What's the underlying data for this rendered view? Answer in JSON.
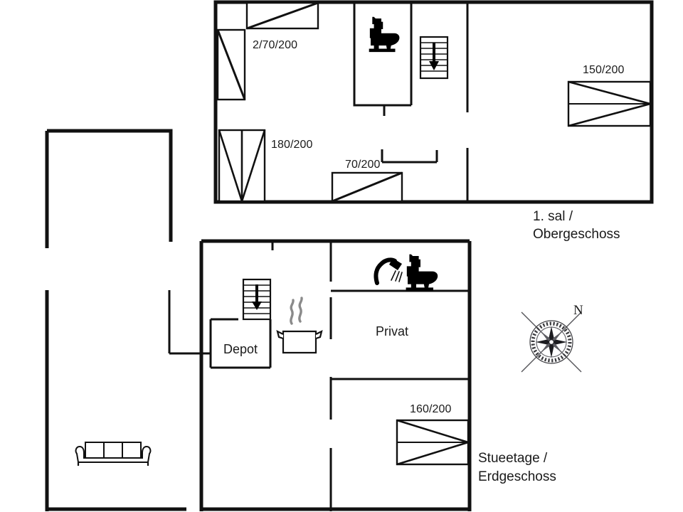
{
  "document": {
    "type": "floor-plan",
    "title": "Holiday house floor plan",
    "line_color": "#111111",
    "text_color": "#1a1a1a",
    "background": "#ffffff"
  },
  "floors": [
    {
      "id": "upper",
      "name": "1. sal / Obergeschoss",
      "caption_line1": "1. sal /",
      "caption_line2": "Obergeschoss",
      "rooms": [
        {
          "id": "upper-bedroom-left",
          "label": ""
        },
        {
          "id": "upper-bath",
          "label": ""
        },
        {
          "id": "upper-bedroom-right",
          "label": ""
        }
      ],
      "beds": [
        {
          "id": "upper-bed-single-pair",
          "label": "2/70/200",
          "type": "two-single-beds"
        },
        {
          "id": "upper-bed-double-180",
          "label": "180/200",
          "type": "double-bed"
        },
        {
          "id": "upper-bed-single-70",
          "label": "70/200",
          "type": "single-bed"
        },
        {
          "id": "upper-bed-double-150",
          "label": "150/200",
          "type": "double-bed"
        }
      ],
      "icons": [
        {
          "id": "upper-toilet",
          "name": "toilet-icon"
        },
        {
          "id": "upper-stairs",
          "name": "stairs-down-icon"
        }
      ]
    },
    {
      "id": "ground",
      "name": "Stueetage / Erdgeschoss",
      "caption_line1": "Stueetage /",
      "caption_line2": "Erdgeschoss",
      "rooms": [
        {
          "id": "ground-depot",
          "label": "Depot"
        },
        {
          "id": "ground-privat",
          "label": "Privat"
        }
      ],
      "beds": [
        {
          "id": "ground-bed-double-160",
          "label": "160/200",
          "type": "double-bed"
        }
      ],
      "icons": [
        {
          "id": "ground-shower",
          "name": "shower-icon"
        },
        {
          "id": "ground-toilet",
          "name": "toilet-icon"
        },
        {
          "id": "ground-stairs",
          "name": "stairs-down-icon"
        },
        {
          "id": "ground-kitchen",
          "name": "cooking-pot-icon"
        },
        {
          "id": "ground-sofa",
          "name": "sofa-icon"
        }
      ]
    }
  ],
  "compass": {
    "name": "compass-rose",
    "north_label": "N"
  },
  "labels": {
    "upper_bed_pair": "2/70/200",
    "upper_bed_180": "180/200",
    "upper_bed_70": "70/200",
    "upper_bed_150": "150/200",
    "ground_bed_160": "160/200",
    "depot": "Depot",
    "privat": "Privat",
    "upper_floor_l1": "1. sal /",
    "upper_floor_l2": "Obergeschoss",
    "ground_floor_l1": "Stueetage /",
    "ground_floor_l2": "Erdgeschoss",
    "north": "N"
  }
}
